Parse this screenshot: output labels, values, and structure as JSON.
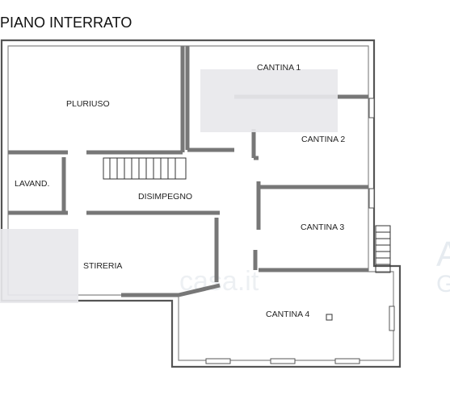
{
  "header": {
    "title": "PIANO INTERRATO"
  },
  "rooms": {
    "pluriuso": "PLURIUSO",
    "cantina_1": "CANTINA 1",
    "cantina_2": "CANTINA 2",
    "lavanderia": "LAVAND.",
    "disimpegno": "DISIMPEGNO",
    "cantina_3": "CANTINA 3",
    "stireria": "STIRERIA",
    "cantina_4": "CANTINA 4"
  },
  "colors": {
    "wall_outer": "#555555",
    "wall_inner": "#aaaaaa",
    "blur_patch": "#e8e8ec",
    "watermark": "#c9d3de"
  }
}
